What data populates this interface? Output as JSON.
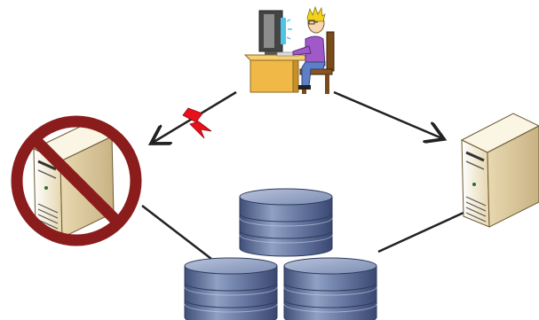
{
  "diagram": {
    "nodes": [
      {
        "id": "user",
        "icon": "user-at-computer-icon",
        "role": "client"
      },
      {
        "id": "server-left",
        "icon": "server-tower-icon",
        "status": "unavailable",
        "overlay": "prohibited-icon"
      },
      {
        "id": "server-right",
        "icon": "server-tower-icon",
        "status": "available"
      },
      {
        "id": "storage",
        "icon": "database-stack-icon",
        "count": 3
      }
    ],
    "edges": [
      {
        "from": "user",
        "to": "server-left",
        "arrow": true,
        "marker": "lightning-bolt-icon",
        "state": "broken"
      },
      {
        "from": "user",
        "to": "server-right",
        "arrow": true,
        "state": "ok"
      },
      {
        "from": "server-left",
        "to": "storage",
        "arrow": false
      },
      {
        "from": "server-right",
        "to": "storage",
        "arrow": false
      }
    ],
    "colors": {
      "line": "#222222",
      "prohibited": "#8b1c1c",
      "bolt": "#e8101a",
      "server_body": "#f2e6c8",
      "disk_top": "#8c9bbd",
      "disk_side": "#5c6d95",
      "desk": "#f0b847",
      "chair": "#7a4a1a",
      "shirt": "#a05ac8",
      "hair": "#f2d21a"
    }
  }
}
